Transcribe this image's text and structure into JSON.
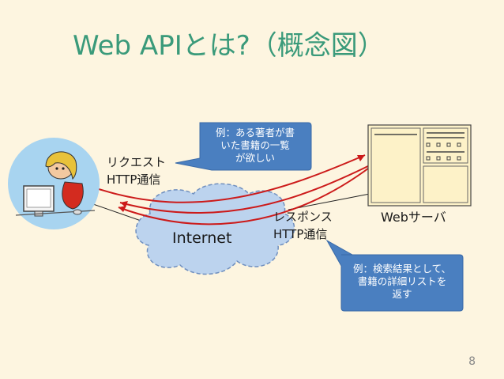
{
  "title": "Web APIとは?（概念図）",
  "request": {
    "line1": "リクエスト",
    "line2": "HTTP通信"
  },
  "response": {
    "line1": "レスポンス",
    "line2": "HTTP通信"
  },
  "cloud_label": "Internet",
  "server_label": "Webサーバ",
  "callout_request": {
    "line1": "例：ある著者が書",
    "line2": "いた書籍の一覧",
    "line3": "が欲しい"
  },
  "callout_response": {
    "line1": "例：検索結果として、",
    "line2": "書籍の詳細リストを",
    "line3": "返す"
  },
  "page_number": "8",
  "colors": {
    "title": "#3a9a7a",
    "arrow": "#cc1a1a",
    "cloud": "#bcd3ee",
    "callout": "#4a7fc0",
    "server": "#fdf2c8"
  }
}
